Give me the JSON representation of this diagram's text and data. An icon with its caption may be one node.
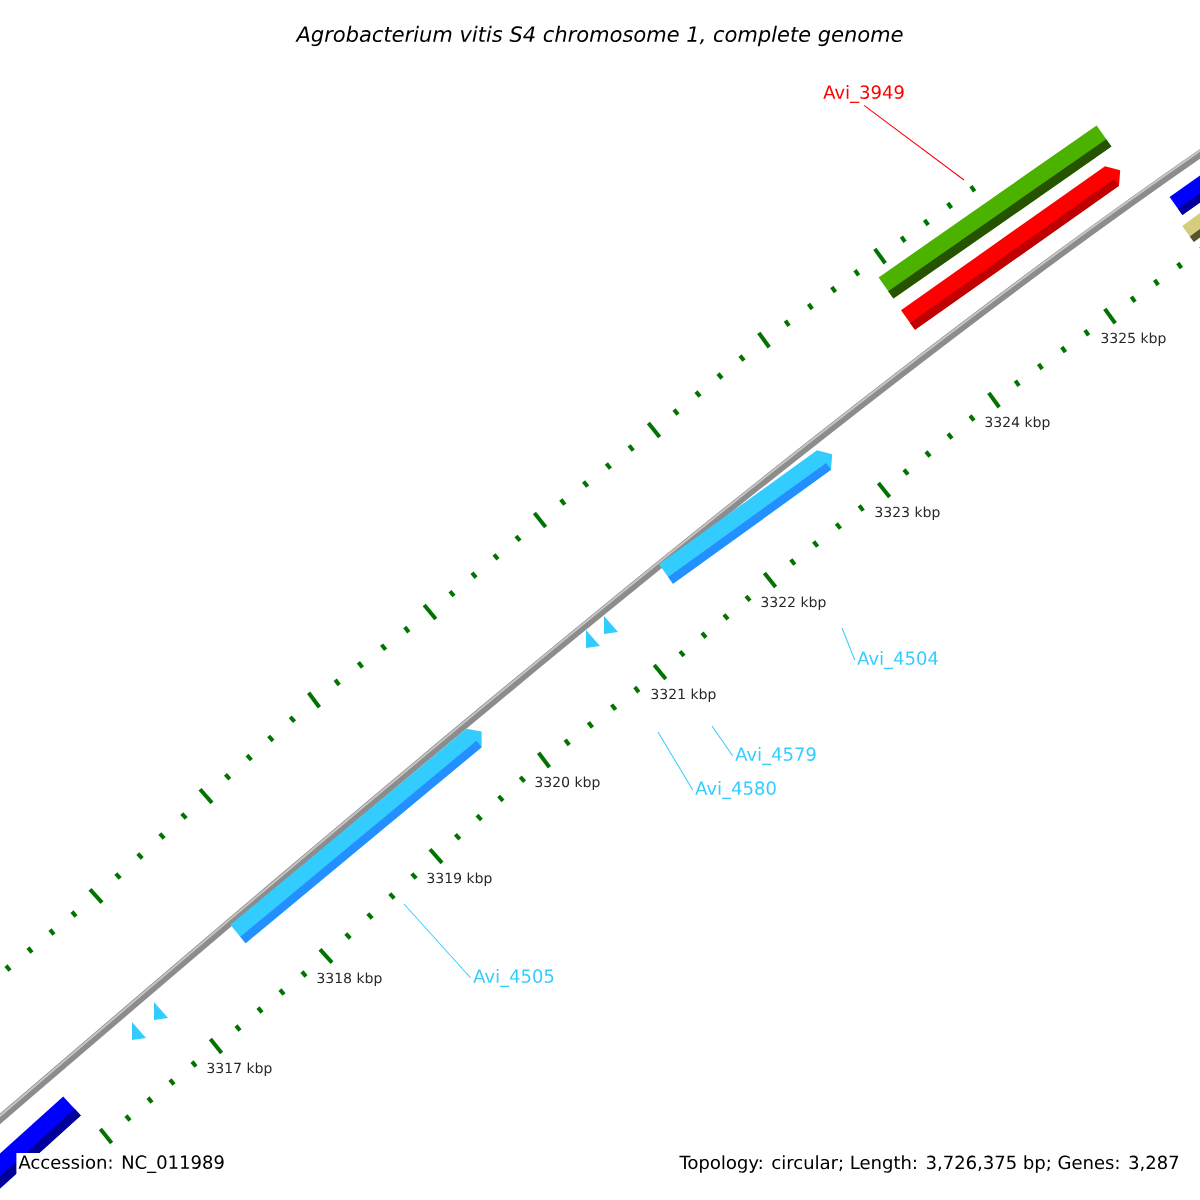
{
  "diagram": {
    "title": "Agrobacterium vitis S4 chromosome 1, complete genome",
    "nodes": [
      {
        "text": [
          "Avi_3949"
        ]
      },
      {
        "text": [
          "Avi_4504"
        ]
      },
      {
        "text": [
          "Avi_4579"
        ]
      },
      {
        "text": [
          "Avi_4580"
        ]
      },
      {
        "text": [
          "Avi_4505"
        ]
      }
    ],
    "edges": [
      {
        "from": 0,
        "to": null,
        "arrow": "none",
        "color": "#ff0000"
      },
      {
        "from": 1,
        "to": null,
        "arrow": "none"
      },
      {
        "from": 2,
        "to": null,
        "arrow": "none"
      },
      {
        "from": 3,
        "to": null,
        "arrow": "none"
      },
      {
        "from": 4,
        "to": null,
        "arrow": "none"
      }
    ],
    "labels": [
      "3317 kbp",
      "3318 kbp",
      "3319 kbp",
      "3320 kbp",
      "3321 kbp",
      "3322 kbp",
      "3323 kbp",
      "3324 kbp",
      "3325 kbp",
      "Accession: NC_011989",
      "Topology: circular; Length: 3,726,375 bp; Genes: 3,287"
    ]
  }
}
